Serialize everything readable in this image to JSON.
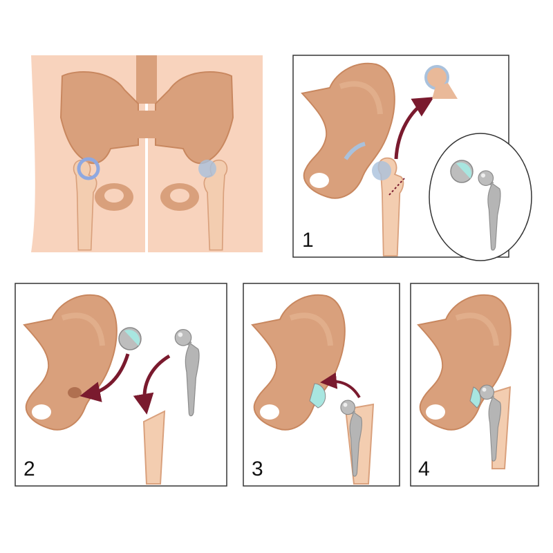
{
  "panels": [
    {
      "id": "overview",
      "label": ""
    },
    {
      "id": "step1",
      "label": "1"
    },
    {
      "id": "step2",
      "label": "2"
    },
    {
      "id": "step3",
      "label": "3"
    },
    {
      "id": "step4",
      "label": "4"
    }
  ],
  "colors": {
    "bone": "#d9a07c",
    "bone_dark": "#c8875f",
    "femur": "#f3cdb0",
    "skin": "#f8d3bd",
    "implant": "#b5b5b5",
    "cartilage": "#a8e6e0",
    "arthritis": "#a9c1dc",
    "arrow": "#7a1a2e",
    "frame": "#333333"
  }
}
